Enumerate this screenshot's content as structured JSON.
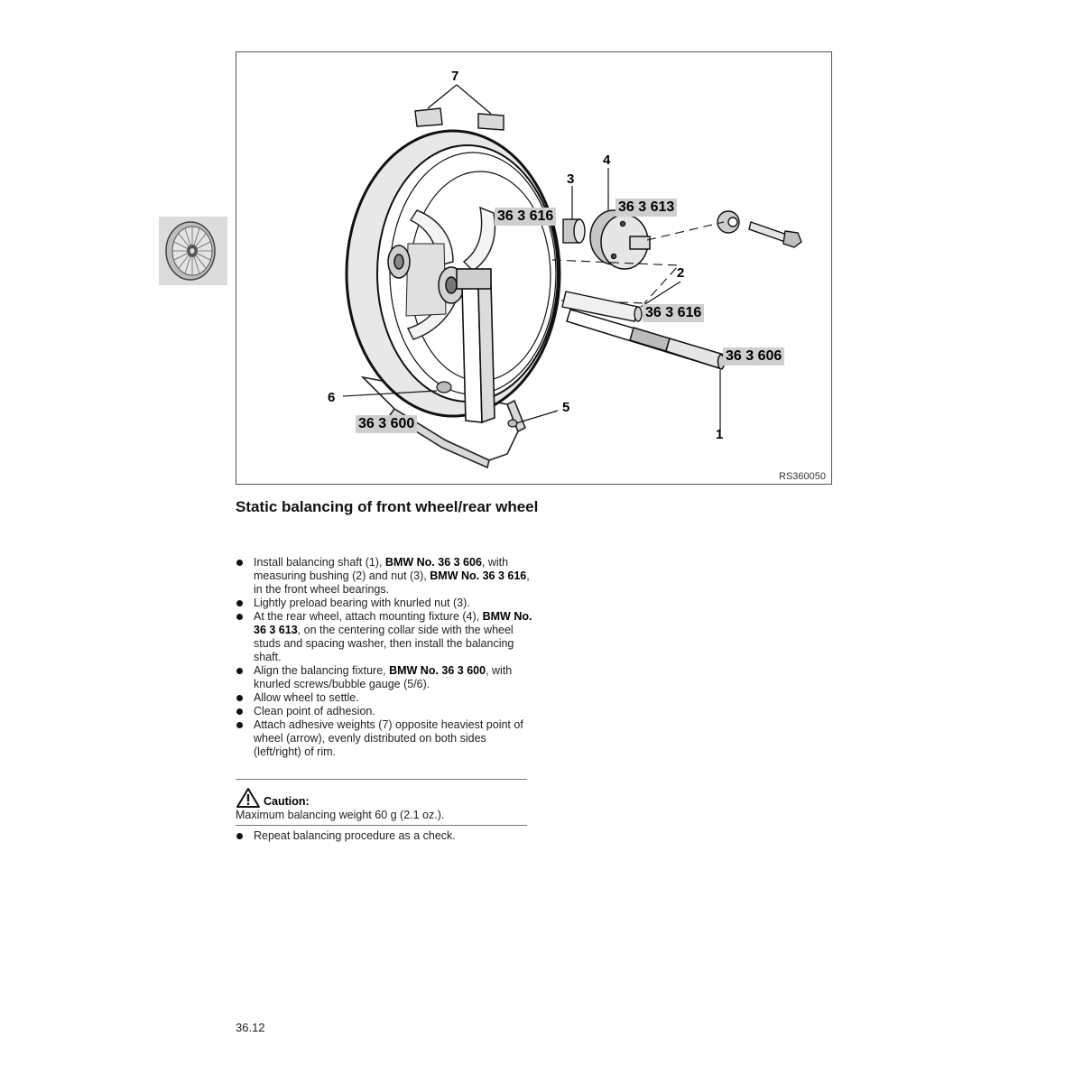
{
  "figure": {
    "id": "RS360050",
    "callouts": [
      "1",
      "2",
      "3",
      "4",
      "5",
      "6",
      "7"
    ],
    "tool_numbers": {
      "t616a": "36 3 616",
      "t613": "36 3 613",
      "t616b": "36 3 616",
      "t606": "36 3 606",
      "t600": "36 3 600"
    }
  },
  "thumbnail_icon": "wheel-icon",
  "title": "Static balancing of front wheel/rear wheel",
  "steps": [
    {
      "parts": [
        {
          "t": "Install balancing shaft (1), "
        },
        {
          "t": "BMW No. 36 3 606",
          "b": true
        },
        {
          "t": ", with measuring bushing (2) and nut (3), "
        },
        {
          "t": "BMW No. 36 3 616",
          "b": true
        },
        {
          "t": ", in the front wheel bearings."
        }
      ]
    },
    {
      "parts": [
        {
          "t": "Lightly preload bearing with knurled nut (3)."
        }
      ]
    },
    {
      "parts": [
        {
          "t": "At the rear wheel, attach mounting fixture (4), "
        },
        {
          "t": "BMW No. 36 3 613",
          "b": true
        },
        {
          "t": ", on the centering collar side with the wheel studs and spacing washer, then install the balancing shaft."
        }
      ]
    },
    {
      "parts": [
        {
          "t": "Align the balancing fixture, "
        },
        {
          "t": "BMW No. 36 3 600",
          "b": true
        },
        {
          "t": ", with knurled screws/bubble gauge (5/6)."
        }
      ]
    },
    {
      "parts": [
        {
          "t": "Allow wheel to settle."
        }
      ]
    },
    {
      "parts": [
        {
          "t": "Clean point of adhesion."
        }
      ]
    },
    {
      "parts": [
        {
          "t": "Attach adhesive weights (7) opposite heaviest point of wheel (arrow), evenly distributed on both sides (left/right) of rim."
        }
      ]
    }
  ],
  "caution": {
    "icon": "warning-triangle-icon",
    "label": "Caution:",
    "text": "Maximum balancing weight 60 g (2.1 oz.)."
  },
  "final_step": "Repeat balancing procedure as a check.",
  "page_number": "36.12"
}
